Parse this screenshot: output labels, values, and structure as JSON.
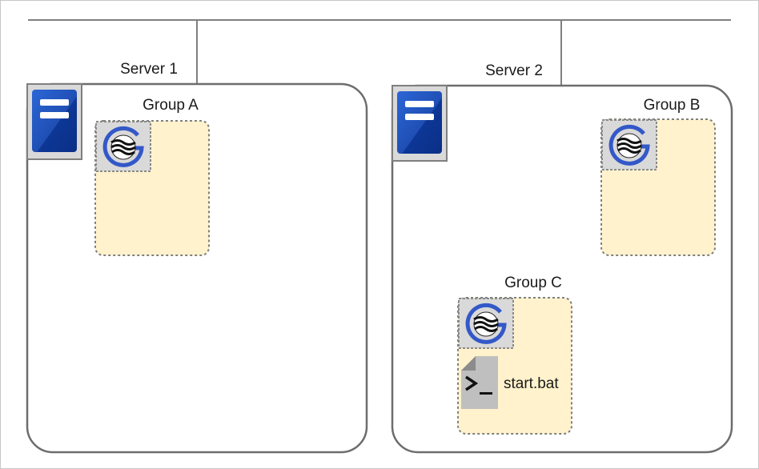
{
  "servers": [
    {
      "label": "Server 1",
      "icon": "server-icon"
    },
    {
      "label": "Server 2",
      "icon": "server-icon"
    }
  ],
  "groups": [
    {
      "label": "Group A",
      "icon": "cluster-g-icon",
      "server": "Server 1"
    },
    {
      "label": "Group B",
      "icon": "cluster-g-icon",
      "server": "Server 2"
    },
    {
      "label": "Group C",
      "icon": "cluster-g-icon",
      "server": "Server 2"
    }
  ],
  "script_resource": {
    "label": "start.bat",
    "icon": "terminal-script-icon"
  },
  "colors": {
    "network_line": "#7f7f7f",
    "server_border": "#6d6d6d",
    "group_fill": "#fff2cc",
    "group_border": "#7f7f7f",
    "icon_bg": "#d9d9d9",
    "server_icon_blue": "#1f4fb4",
    "g_icon_blue": "#3358c8",
    "script_icon_gray": "#bfbfbf"
  }
}
